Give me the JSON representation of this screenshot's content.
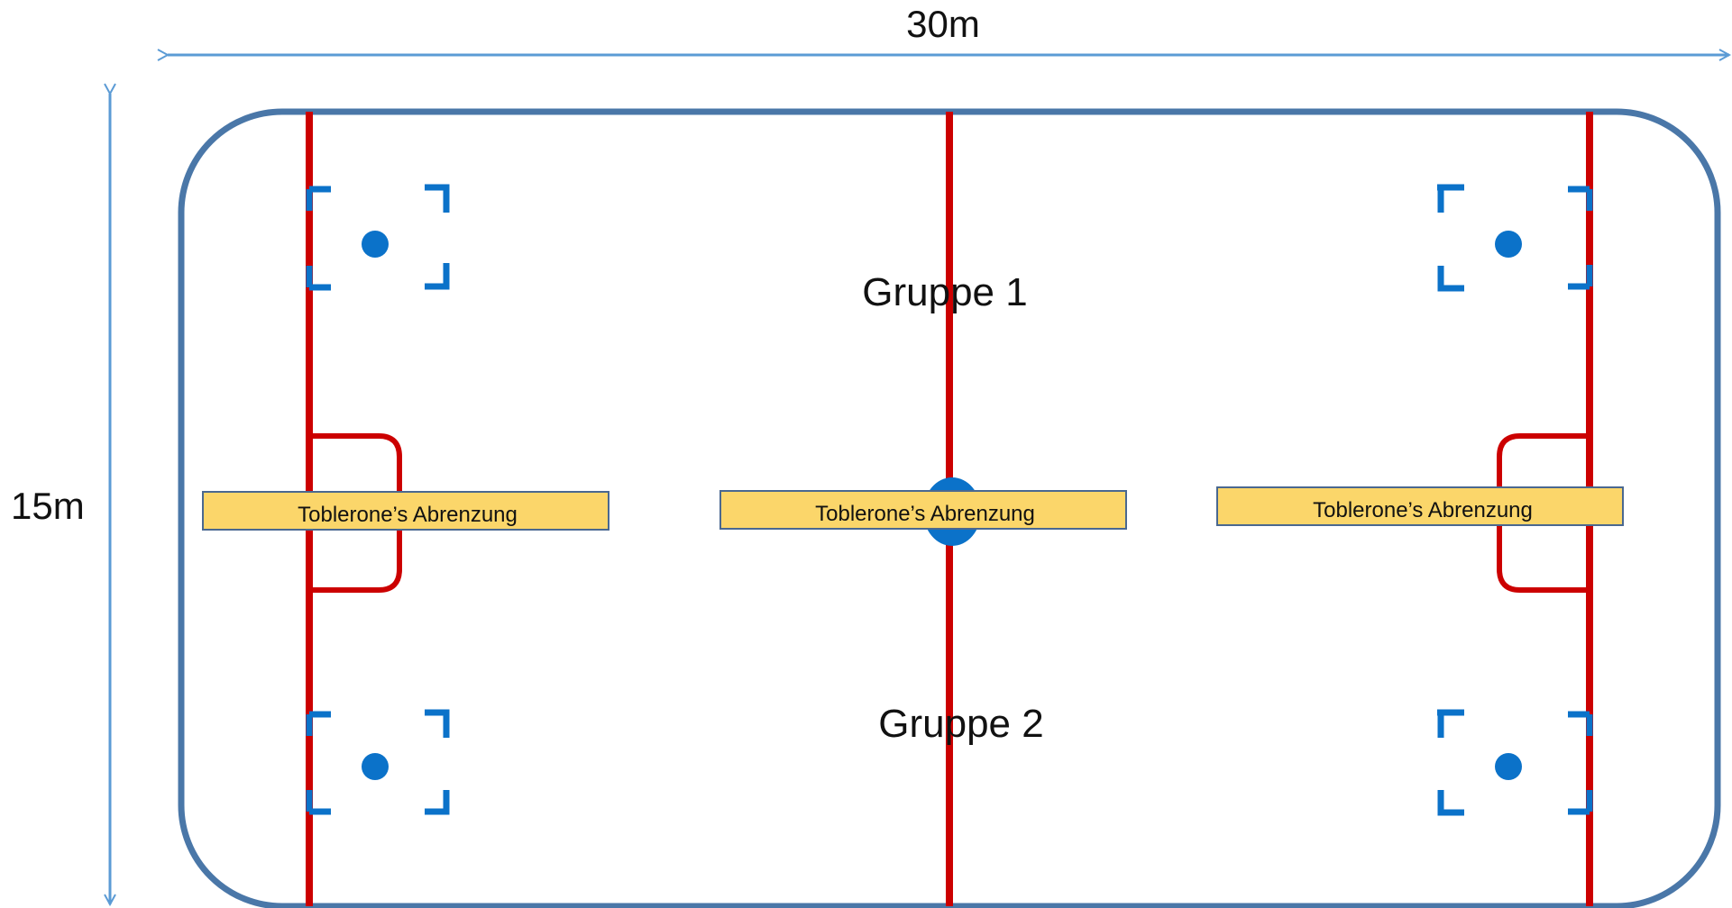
{
  "dimensions": {
    "width_label": "30m",
    "height_label": "15m"
  },
  "groups": {
    "top_label": "Gruppe 1",
    "bottom_label": "Gruppe 2"
  },
  "barriers": [
    {
      "label": "Toblerone’s Abrenzung"
    },
    {
      "label": "Toblerone’s Abrenzung"
    },
    {
      "label": "Toblerone’s Abrenzung"
    }
  ],
  "colors": {
    "rink_border": "#4a77a8",
    "red_line": "#cc0000",
    "blue_marks": "#0b72c9",
    "barrier_fill": "#fbd66a",
    "barrier_border": "#4a6890",
    "dimension_arrow": "#5b9bd5"
  }
}
